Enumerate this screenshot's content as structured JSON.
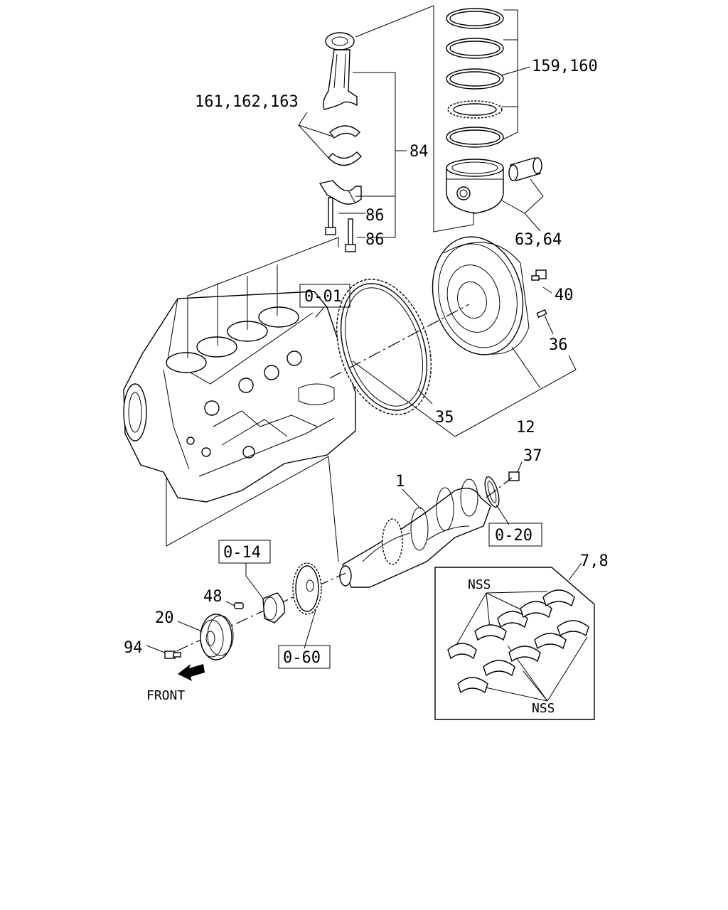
{
  "labels": {
    "rings": "159,160",
    "bearing_upper": "161,162,163",
    "conrod_assy": "84",
    "bolt_a": "86",
    "bolt_b": "86",
    "piston_pin": "63,64",
    "block_ref": "0-01",
    "flywheel_bolt": "40",
    "dowel": "36",
    "ring_gear": "35",
    "flywheel": "12",
    "crank_key": "37",
    "crankshaft": "1",
    "oil_seal_ref": "0-20",
    "timing_ref": "0-14",
    "woodruff_key": "48",
    "pulley": "20",
    "pulley_bolt": "94",
    "gear_ref": "0-60",
    "bearings": "7,8",
    "nss_top": "NSS",
    "nss_bottom": "NSS",
    "front": "FRONT"
  },
  "colors": {
    "line": "#000000",
    "background": "#ffffff"
  }
}
